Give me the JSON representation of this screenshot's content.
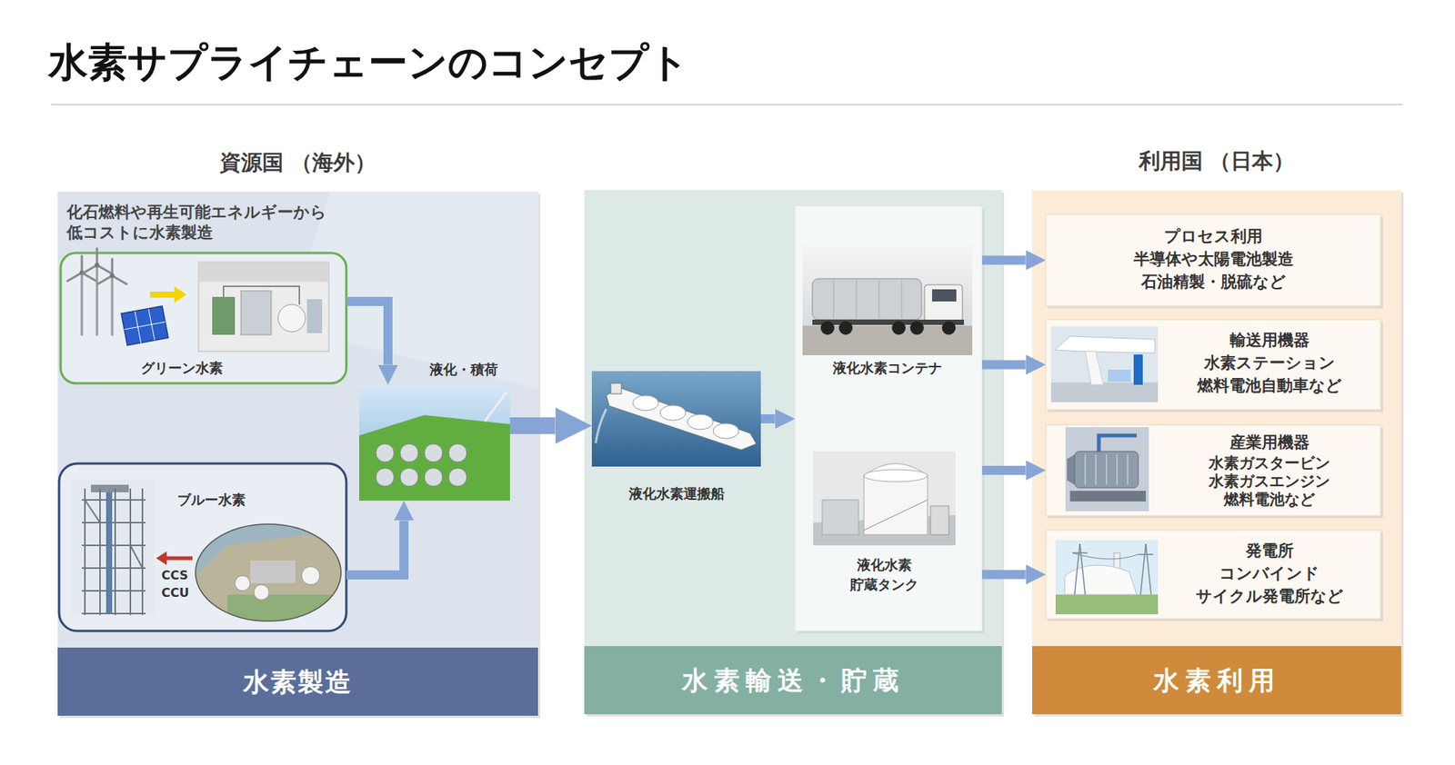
{
  "diagram": {
    "title": "水素サプライチェーンのコンセプト",
    "nodes": [
      {
        "text": [
          "資源国 （海外）",
          "化石燃料や再生可能エネルギーから 低コストに水素製造",
          "水素製造"
        ]
      },
      {
        "text": [
          "グリーン水素"
        ],
        "in": 0
      },
      {
        "text": [
          "ブルー水素"
        ],
        "in": 0
      },
      {
        "text": [
          "液化・積荷"
        ],
        "in": 0
      },
      {
        "text": [
          "水素輸送・貯蔵"
        ]
      },
      {
        "text": [
          "液化水素運搬船"
        ],
        "in": 4
      },
      {
        "text": [],
        "in": 4
      },
      {
        "text": [
          "液化水素コンテナ"
        ],
        "in": 6
      },
      {
        "text": [
          "液化水素 貯蔵タンク"
        ],
        "in": 6
      },
      {
        "text": [
          "利用国 （日本）",
          "水素利用"
        ]
      },
      {
        "text": [
          "プロセス利用",
          "半導体や太陽電池製造 石油精製・脱硫など"
        ],
        "in": 9
      },
      {
        "text": [
          "輸送用機器",
          "水素ステーション 燃料電池自動車など"
        ],
        "in": 9
      },
      {
        "text": [
          "産業用機器",
          "水素ガスタービン 水素ガスエンジン 燃料電池など"
        ],
        "in": 9
      },
      {
        "text": [
          "発電所",
          "コンバインド サイクル発電所など"
        ],
        "in": 9
      }
    ],
    "edges": [
      {
        "from": 1,
        "to": 3,
        "arrow": "to"
      },
      {
        "from": 2,
        "to": 3,
        "arrow": "to"
      },
      {
        "from": 3,
        "to": 5,
        "arrow": "to"
      },
      {
        "from": 5,
        "to": 6,
        "arrow": "to"
      },
      {
        "from": 6,
        "to": 10,
        "arrow": "to"
      },
      {
        "from": 6,
        "to": 11,
        "arrow": "to"
      },
      {
        "from": 6,
        "to": 12,
        "arrow": "to"
      },
      {
        "from": 6,
        "to": 13,
        "arrow": "to"
      }
    ],
    "labels": [
      "CCS",
      "CCU"
    ]
  }
}
